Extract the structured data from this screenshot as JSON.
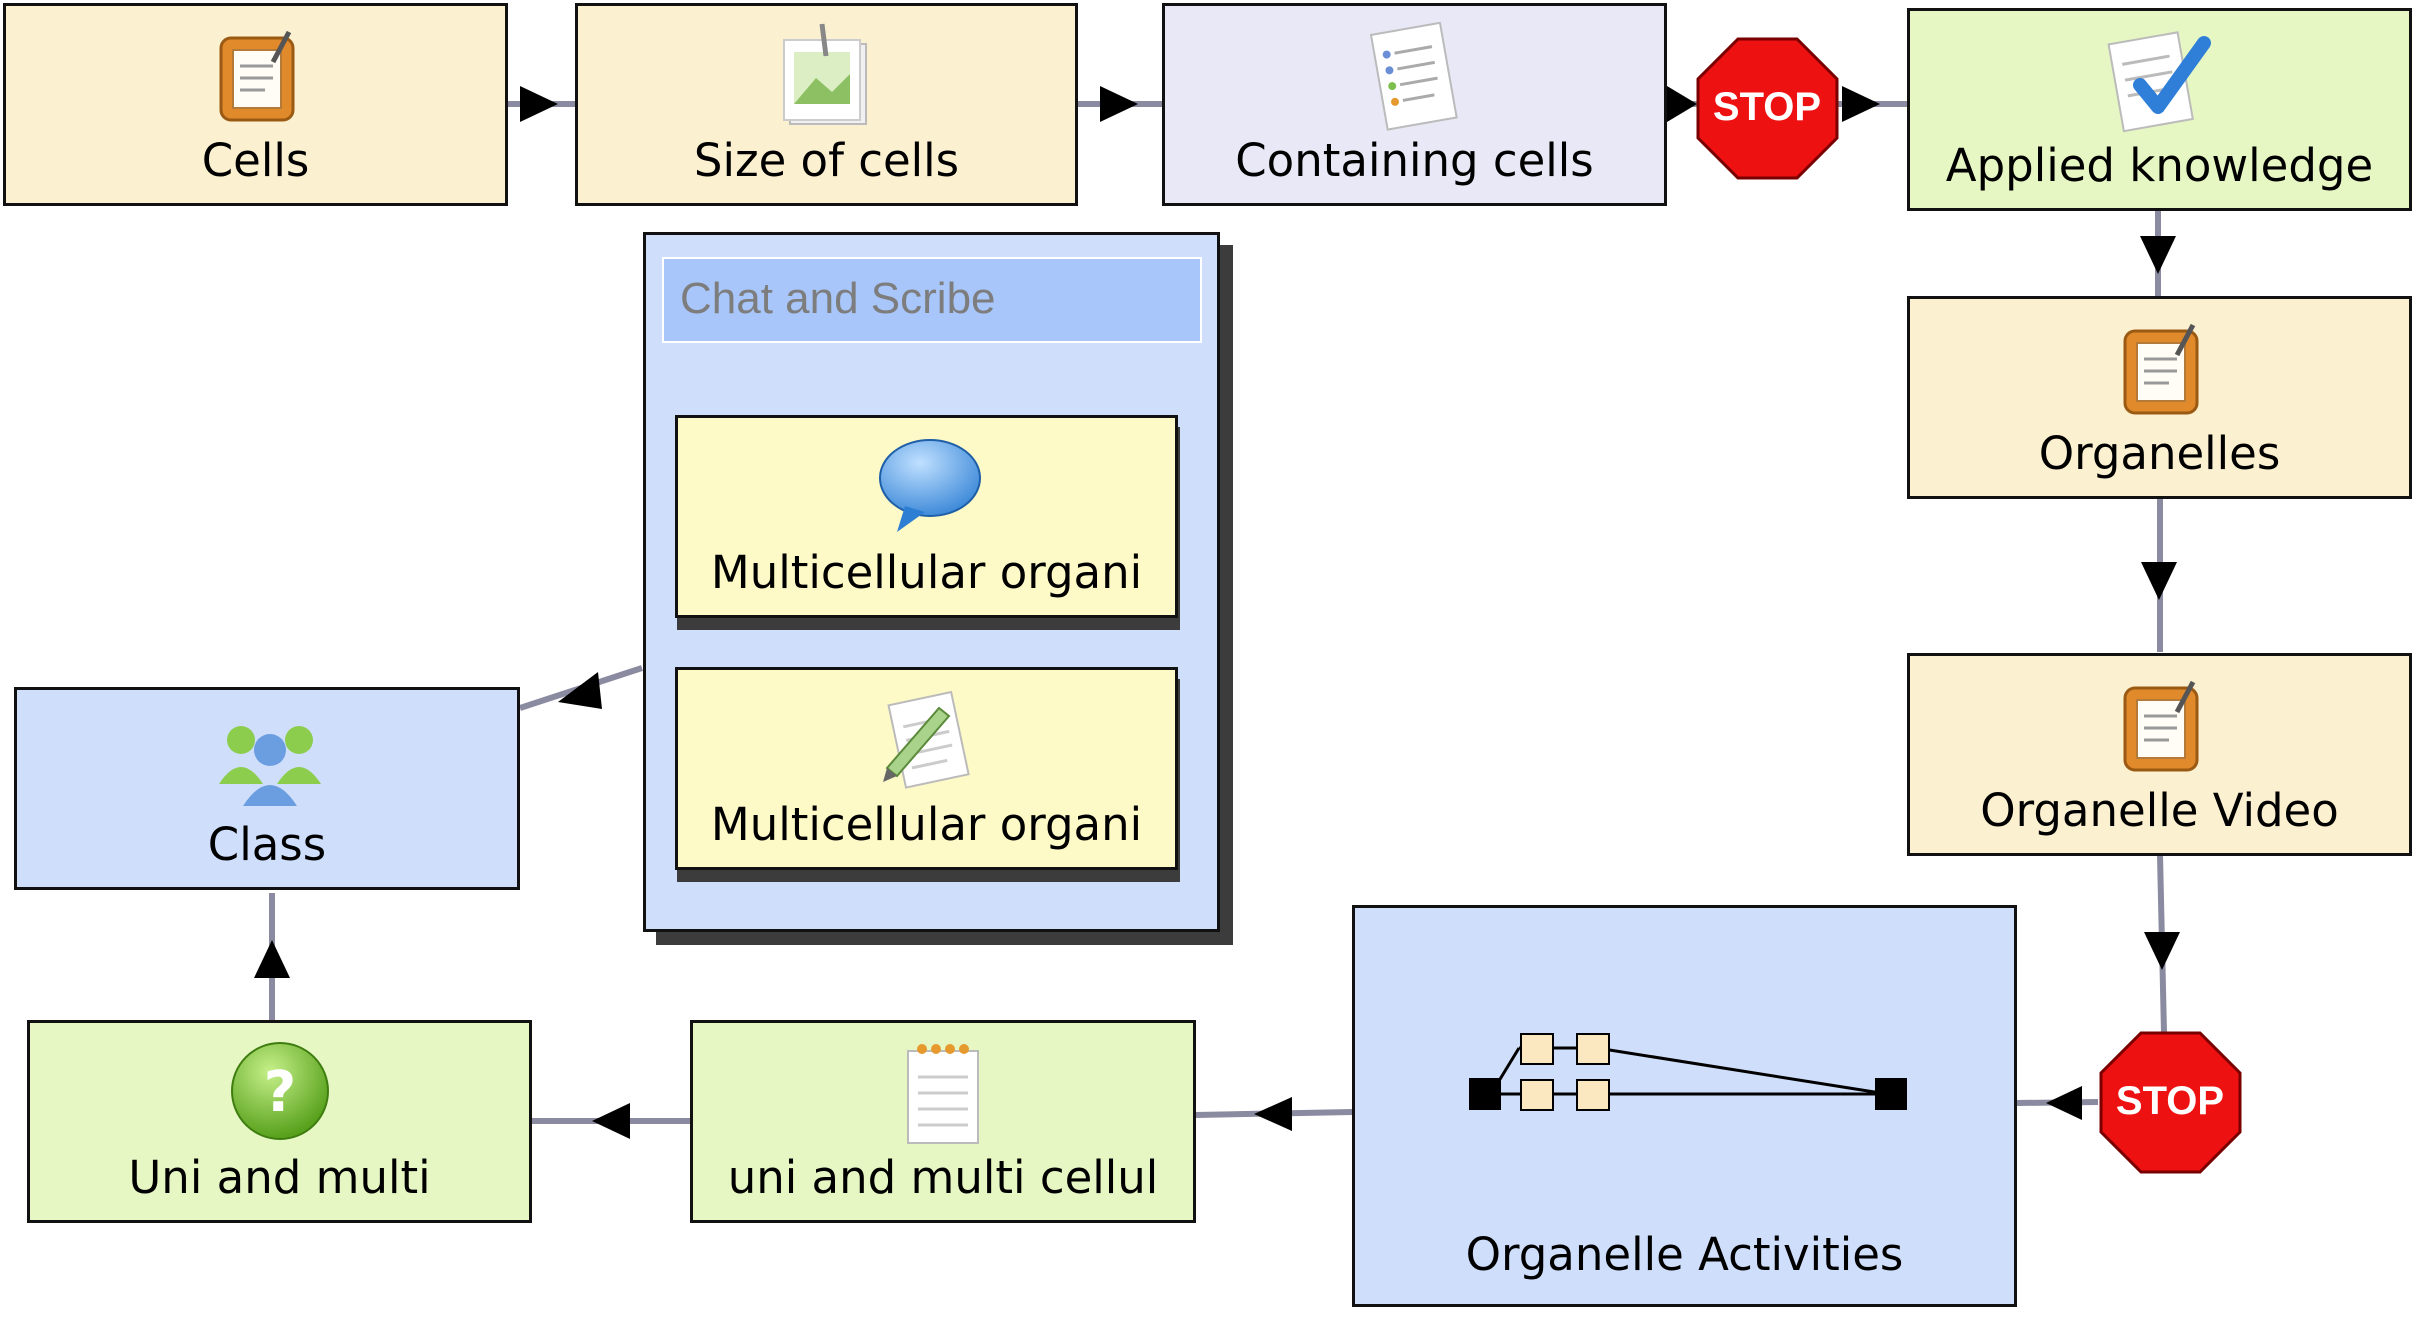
{
  "nodes": {
    "cells": "Cells",
    "size_of_cells": "Size of cells",
    "containing_cells": "Containing cells",
    "applied_knowledge": "Applied knowledge",
    "organelles": "Organelles",
    "organelle_video": "Organelle Video",
    "organelle_activities": "Organelle Activities",
    "uni_and_multi_cellul": "uni and multi cellul",
    "uni_and_multi": "Uni and multi",
    "class": "Class"
  },
  "group": {
    "title": "Chat and Scribe",
    "items": [
      "Multicellular organi",
      "Multicellular organi"
    ]
  },
  "stop_signs": [
    "STOP",
    "STOP"
  ],
  "icons": {
    "cells": "clipboard-icon",
    "size_of_cells": "image-icon",
    "containing_cells": "list-document-icon",
    "applied_knowledge": "checkmark-document-icon",
    "organelles": "clipboard-icon",
    "organelle_video": "clipboard-icon",
    "organelle_activities": "branching-diagram-icon",
    "uni_and_multi_cellul": "notepad-icon",
    "uni_and_multi": "question-icon",
    "class": "people-group-icon",
    "chat_item": "speech-bubble-icon",
    "scribe_item": "pencil-document-icon"
  },
  "colors": {
    "beige": "#fbf0cf",
    "lavender": "#e8e8f6",
    "green": "#e6f7c3",
    "blue": "#cfdefb",
    "yellow": "#fdfac7",
    "stop_red": "#ee1111",
    "connector": "#8a8aa0"
  }
}
